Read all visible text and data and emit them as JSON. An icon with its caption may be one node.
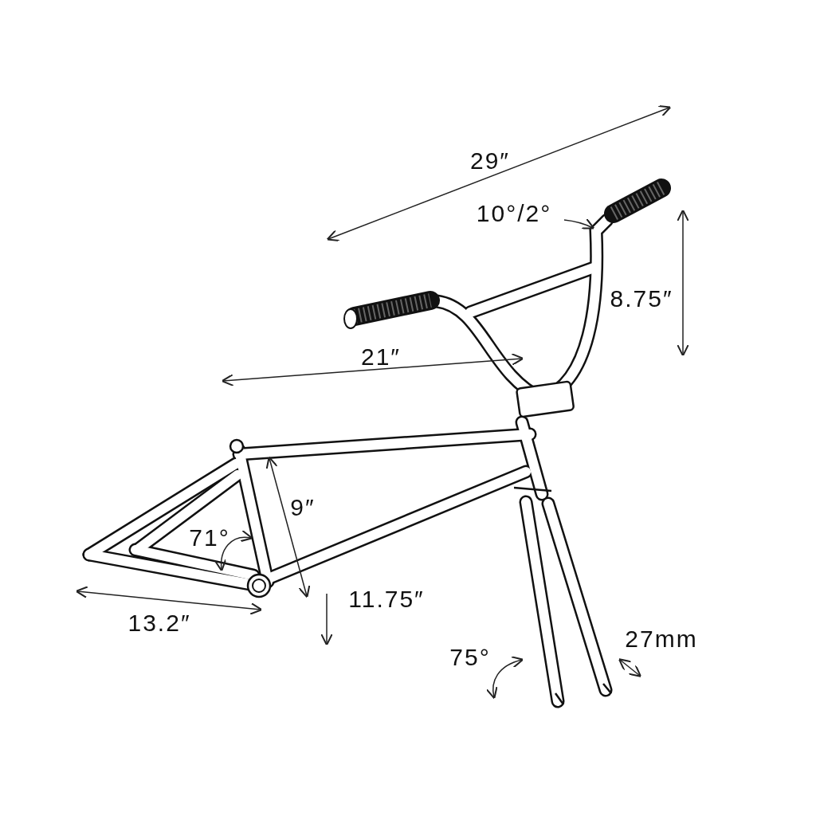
{
  "diagram": {
    "labels": [
      "29″",
      "10°/2°",
      "8.75″",
      "21″",
      "9″",
      "71°",
      "11.75″",
      "13.2″",
      "75°",
      "27mm"
    ]
  }
}
